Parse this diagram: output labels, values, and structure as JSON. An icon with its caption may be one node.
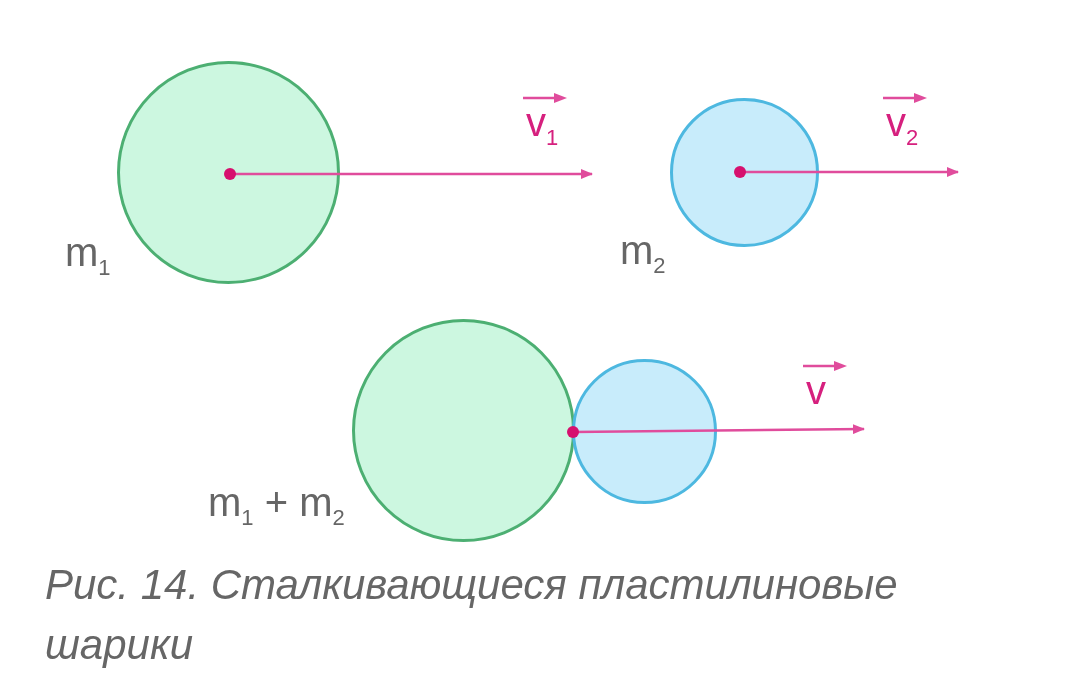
{
  "diagram": {
    "caption": "Рис. 14. Сталкивающиеся пластилиновые шарики",
    "nodes": [
      {
        "text": [],
        "shape": "circle",
        "beside": [
          "m$_{1}$"
        ]
      },
      {
        "text": [],
        "shape": "circle",
        "beside": [
          "m$_{2}$"
        ]
      },
      {
        "text": [],
        "shape": "circle"
      },
      {
        "text": [],
        "shape": "circle"
      }
    ],
    "labels": [
      "v$_{1}$",
      "v$_{2}$",
      "m$_{1}$ + m$_{2}$",
      "v"
    ]
  }
}
